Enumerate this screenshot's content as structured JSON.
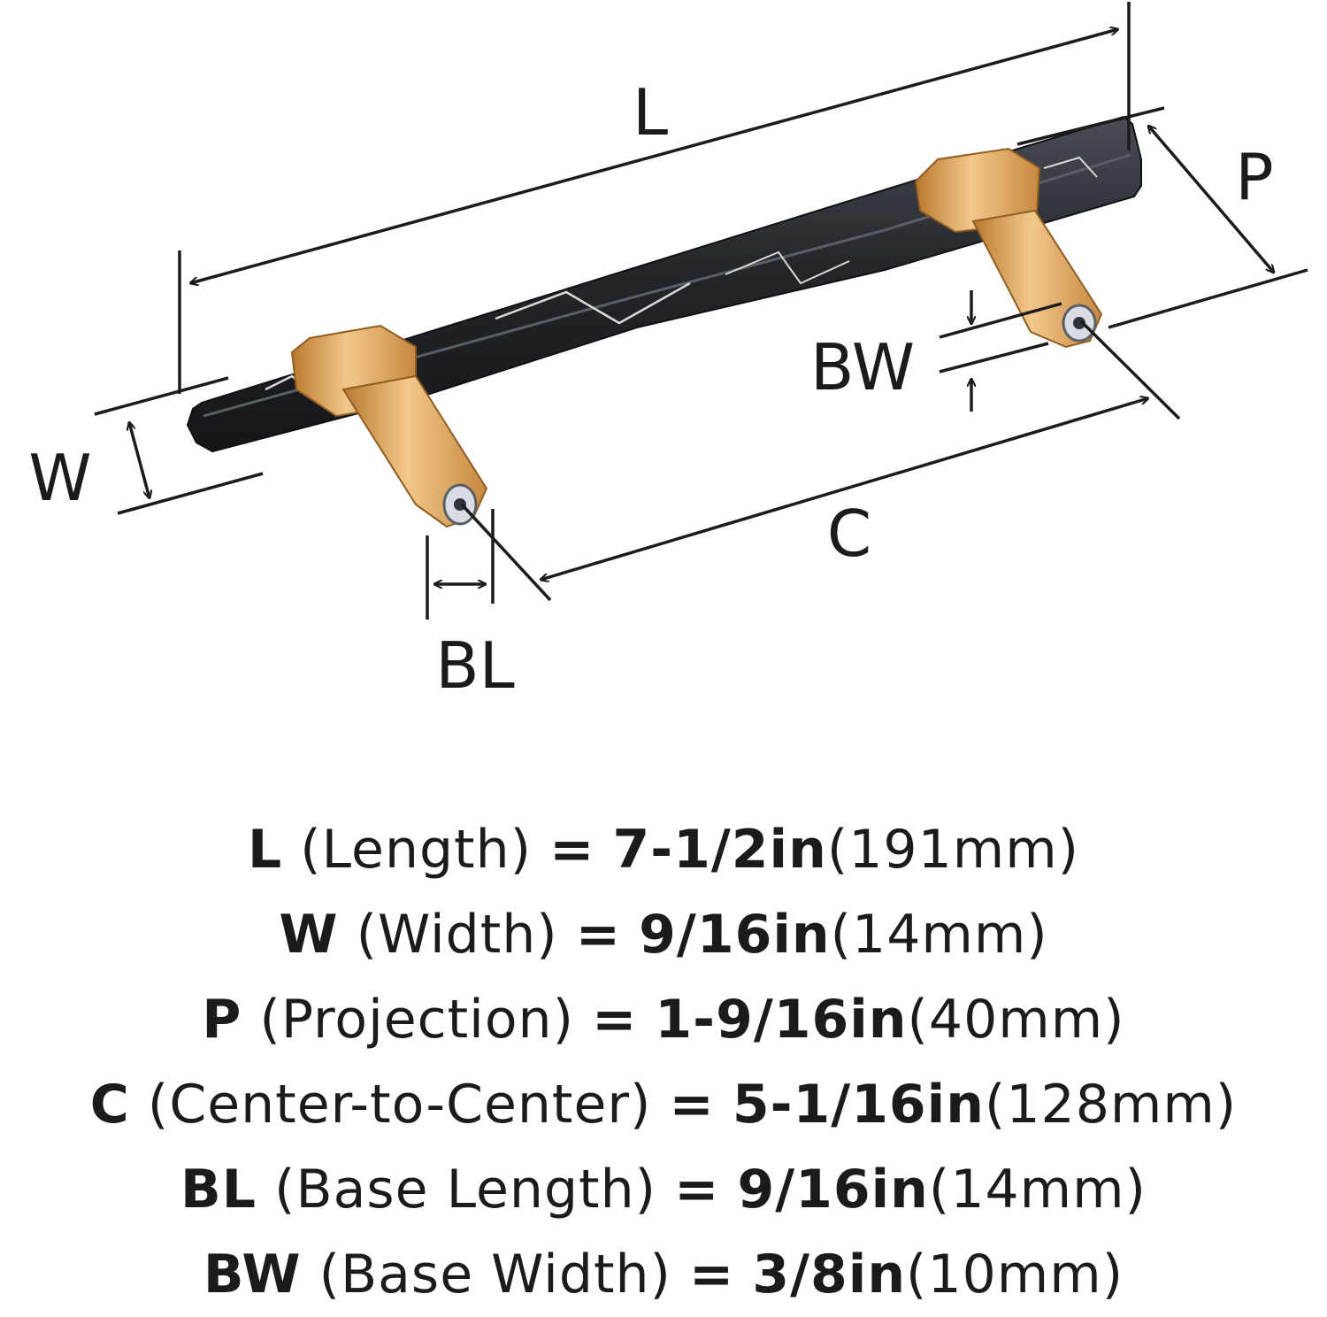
{
  "diagram": {
    "labels": {
      "L": "L",
      "P": "P",
      "W": "W",
      "BW": "BW",
      "C": "C",
      "BL": "BL"
    }
  },
  "specs": [
    {
      "code": "L",
      "name": "(Length)",
      "equals": "=",
      "value": "7-1/2in",
      "metric": "(191mm)"
    },
    {
      "code": "W",
      "name": "(Width)",
      "equals": "=",
      "value": "9/16in",
      "metric": "(14mm)"
    },
    {
      "code": "P",
      "name": "(Projection)",
      "equals": "=",
      "value": "1-9/16in",
      "metric": "(40mm)"
    },
    {
      "code": "C",
      "name": "(Center-to-Center)",
      "equals": "=",
      "value": "5-1/16in",
      "metric": "(128mm)"
    },
    {
      "code": "BL",
      "name": "(Base Length)",
      "equals": "=",
      "value": "9/16in",
      "metric": "(14mm)"
    },
    {
      "code": "BW",
      "name": "(Base Width)",
      "equals": "=",
      "value": "3/8in",
      "metric": "(10mm)"
    }
  ],
  "colors": {
    "ink": "#1b1b1b",
    "bar_marble": "#2a2c31",
    "marble_vein": "#d9dadc",
    "brass": "#d9a35a",
    "brass_dark": "#a96f2c",
    "brass_light": "#f0c98d"
  }
}
